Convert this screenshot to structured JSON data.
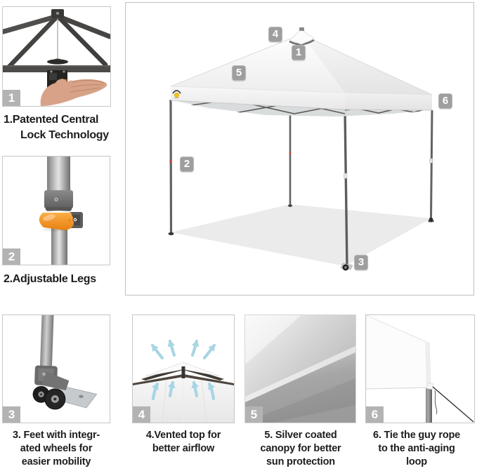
{
  "colors": {
    "badge_main_gray": "#9e9e9e",
    "badge_corner_gray": "#b3b3b3",
    "caption_text": "#1d1d1d",
    "accent_orange": "#ee8c1c",
    "arrow_blue": "#a7d5e4",
    "logo_yellow": "#f2c21c",
    "frame_gray": "#c6c6c6"
  },
  "main_diagram": {
    "callouts": {
      "vented_top": "4",
      "canopy_peak": "1",
      "canopy_slope": "5",
      "eave_corner": "6",
      "leg": "2",
      "foot": "3"
    }
  },
  "features": {
    "central_lock": {
      "badge": "1",
      "lines": [
        "1.Patented Central",
        "Lock Technology"
      ]
    },
    "adjustable_legs": {
      "badge": "2",
      "lines": [
        "2.Adjustable Legs"
      ]
    },
    "wheel_feet": {
      "badge": "3",
      "lines": [
        "3. Feet with integr-",
        "ated wheels for",
        "easier mobility"
      ]
    },
    "vented_top": {
      "badge": "4",
      "lines": [
        "4.Vented top for",
        "better airflow"
      ]
    },
    "silver_canopy": {
      "badge": "5",
      "lines": [
        "5. Silver coated",
        "canopy for better",
        "sun protection"
      ]
    },
    "guy_rope": {
      "badge": "6",
      "lines": [
        "6. Tie the guy rope",
        "to the anti-aging",
        "loop"
      ]
    }
  }
}
